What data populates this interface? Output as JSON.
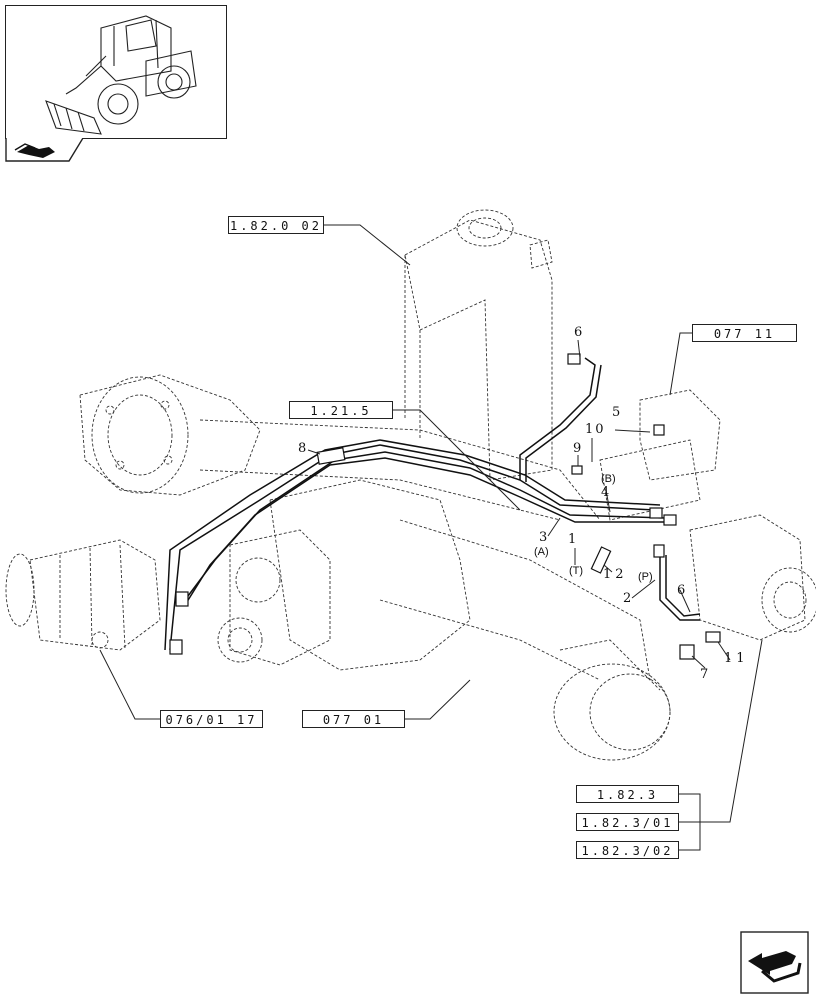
{
  "references": {
    "r1": "1.82.0 02",
    "r2": "077 11",
    "r3": "1.21.5",
    "r4": "076/01 17",
    "r5": "077 01",
    "r6": "1.82.3",
    "r7": "1.82.3/01",
    "r8": "1.82.3/02"
  },
  "callouts": {
    "c1": "1",
    "c2": "2",
    "c3": "3",
    "c4": "4",
    "c5": "5",
    "c6a": "6",
    "c6b": "6",
    "c7": "7",
    "c8": "8",
    "c9": "9",
    "c10": "10",
    "c11": "11",
    "c12": "12"
  },
  "port_labels": {
    "A": "(A)",
    "B": "(B)",
    "T": "(T)",
    "P": "(P)"
  },
  "icons": {
    "thumbnail": "wheel-loader-thumbnail-icon",
    "nav_top": "page-nav-arrow-icon",
    "nav_bottom": "next-page-arrow-icon"
  }
}
